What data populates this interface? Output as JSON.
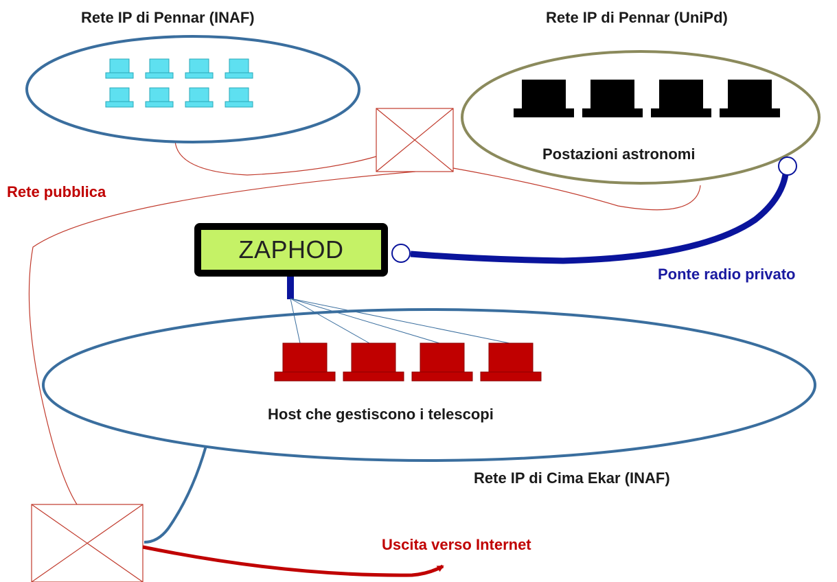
{
  "labels": {
    "pennar_inaf": "Rete IP di Pennar (INAF)",
    "pennar_unipd": "Rete IP di Pennar (UniPd)",
    "postazioni": "Postazioni astronomi",
    "rete_pubblica": "Rete pubblica",
    "zaphod": "ZAPHOD",
    "ponte_radio": "Ponte radio privato",
    "host_telescopi": "Host che gestiscono i telescopi",
    "cima_ekar": "Rete IP di Cima Ekar (INAF)",
    "uscita": "Uscita verso Internet"
  },
  "colors": {
    "inaf_ellipse": "#3a6e9e",
    "unipd_ellipse": "#8b8a5c",
    "public_line": "#c0392b",
    "radio_link": "#0a149c",
    "internet_arrow": "#c00000",
    "cyan_computer": "#5ee0f0",
    "black_computer": "#000000",
    "red_computer": "#c00000",
    "zaphod_fill": "#c5f266"
  },
  "icons": {
    "cyan_computers": "computer-icon",
    "black_computers": "computer-icon",
    "red_computers": "computer-icon",
    "routers": "router-icon"
  }
}
